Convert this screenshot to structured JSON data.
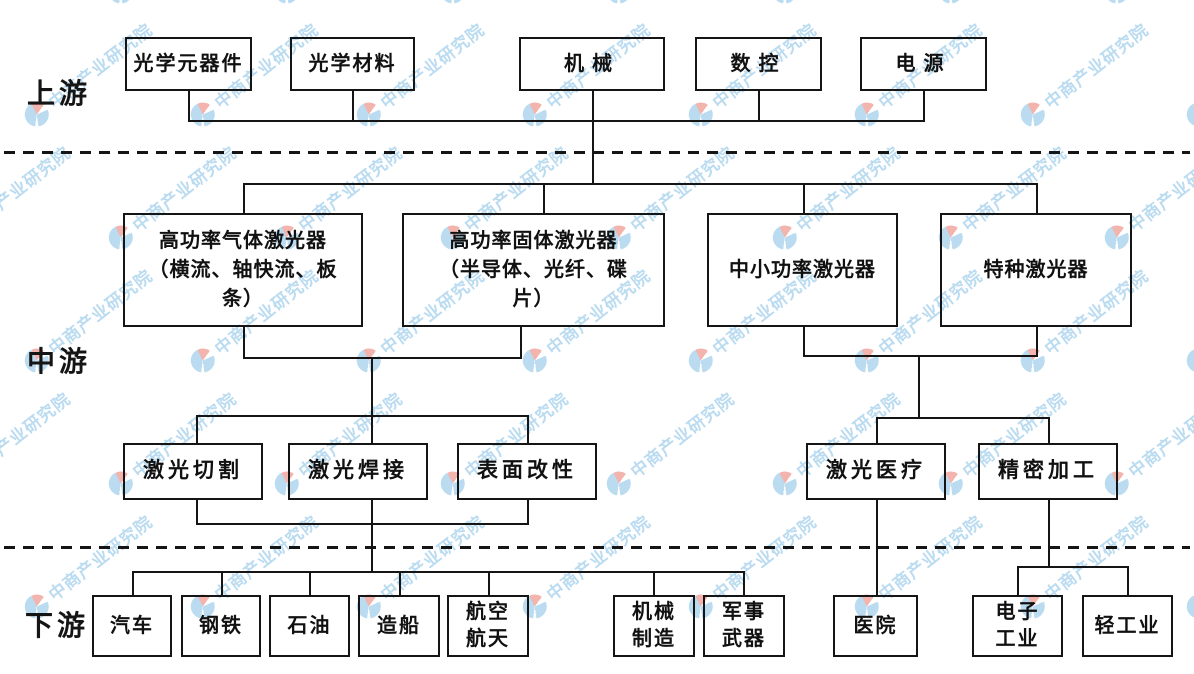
{
  "stage_labels": {
    "upstream": "上游",
    "midstream": "中游",
    "downstream": "下游"
  },
  "upstream": {
    "nodes": [
      "光学元器件",
      "光学材料",
      "机械",
      "数控",
      "电源"
    ]
  },
  "midstream": {
    "nodes": [
      "高功率气体激光器\n（横流、轴快流、板\n条）",
      "高功率固体激光器\n（半导体、光纤、碟\n片）",
      "中小功率激光器",
      "特种激光器"
    ],
    "applications": [
      "激光切割",
      "激光焊接",
      "表面改性",
      "激光医疗",
      "精密加工"
    ]
  },
  "downstream": {
    "nodes": [
      "汽车",
      "钢铁",
      "石油",
      "造船",
      "航空\n航天",
      "机械\n制造",
      "军事\n武器",
      "医院",
      "电子\n工业",
      "轻工业"
    ]
  },
  "watermark": {
    "text": "中商产业研究院",
    "text_color": "#aed5ee",
    "logo_blue": "#aed5ee",
    "logo_red": "#f2a79f"
  },
  "colors": {
    "line": "#151515",
    "background": "#ffffff"
  }
}
